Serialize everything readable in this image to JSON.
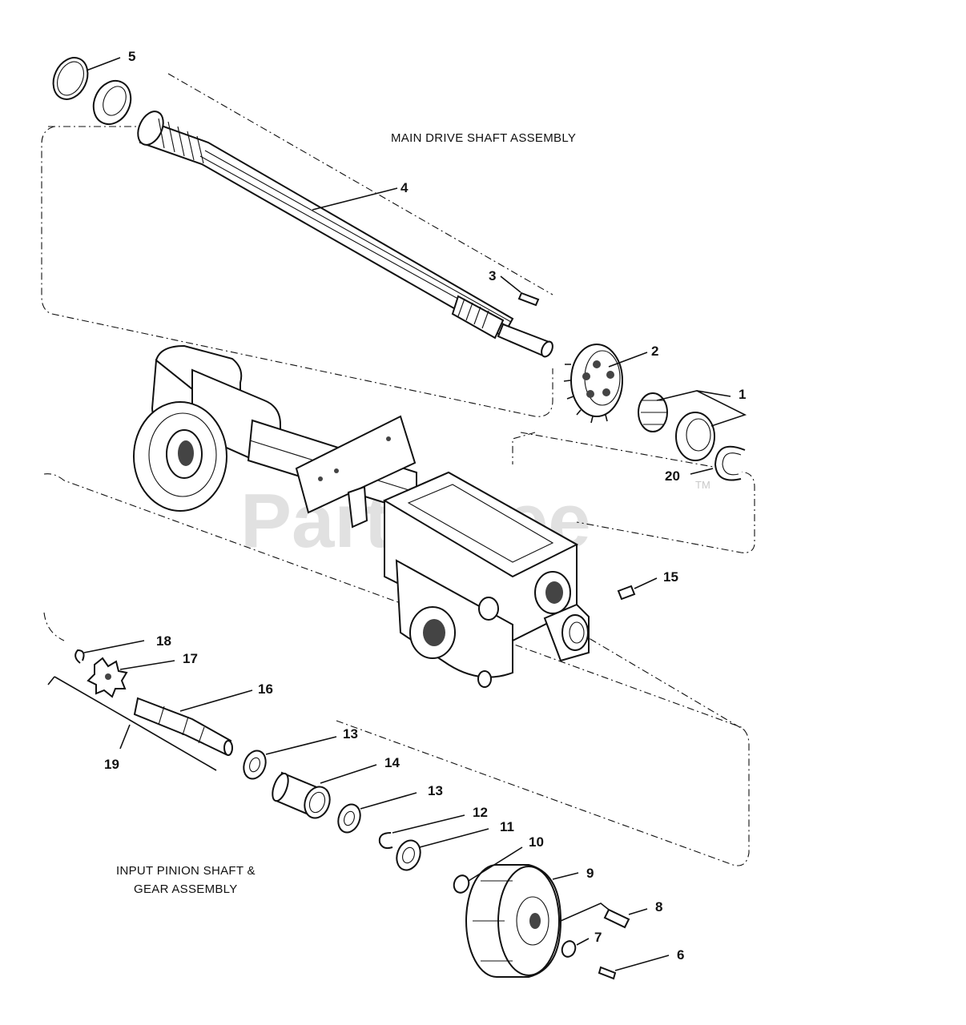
{
  "diagram": {
    "titles": {
      "main": "MAIN DRIVE SHAFT ASSEMBLY",
      "input_line1": "INPUT PINION SHAFT &",
      "input_line2": "GEAR ASSEMBLY"
    },
    "watermark": "PartsTree",
    "trademark": "TM",
    "callouts": {
      "c1": "1",
      "c2": "2",
      "c3": "3",
      "c4": "4",
      "c5": "5",
      "c6": "6",
      "c7": "7",
      "c8": "8",
      "c9": "9",
      "c10": "10",
      "c11": "11",
      "c12": "12",
      "c13a": "13",
      "c13b": "13",
      "c14": "14",
      "c15": "15",
      "c16": "16",
      "c17": "17",
      "c18": "18",
      "c19": "19",
      "c20": "20"
    }
  }
}
